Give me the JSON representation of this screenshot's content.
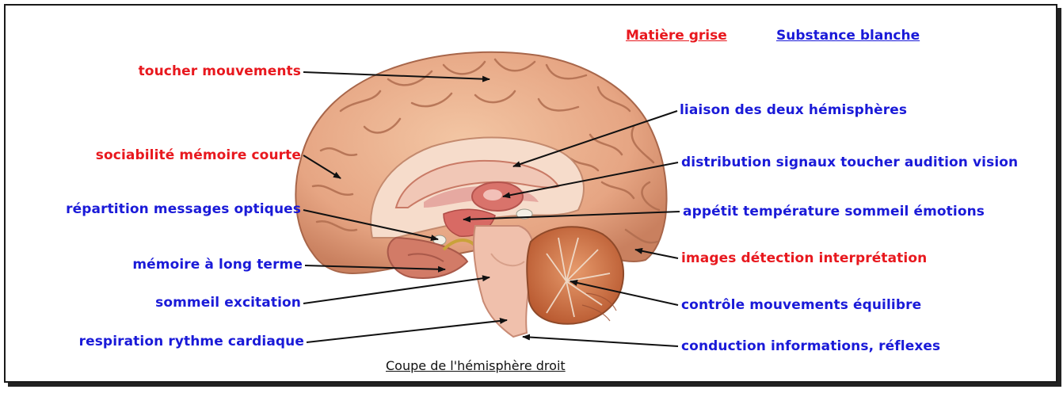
{
  "legend": {
    "grey_matter": "Matière grise",
    "white_matter": "Substance blanche",
    "grey_color": "#e8181e",
    "white_color": "#1a1ad8"
  },
  "caption": "Coupe de l'hémisphère droit",
  "labels_left": [
    {
      "text": "toucher  mouvements",
      "kind": "grey"
    },
    {
      "text": "sociabilité mémoire courte",
      "kind": "grey"
    },
    {
      "text": "répartition messages optiques",
      "kind": "white"
    },
    {
      "text": "mémoire à long terme",
      "kind": "white"
    },
    {
      "text": "sommeil  excitation",
      "kind": "white"
    },
    {
      "text": "respiration  rythme cardiaque",
      "kind": "white"
    }
  ],
  "labels_right": [
    {
      "text": "liaison des deux hémisphères",
      "kind": "white"
    },
    {
      "text": "distribution signaux toucher audition vision",
      "kind": "white"
    },
    {
      "text": "appétit température sommeil émotions",
      "kind": "white"
    },
    {
      "text": "images détection interprétation",
      "kind": "grey"
    },
    {
      "text": "contrôle mouvements équilibre",
      "kind": "white"
    },
    {
      "text": "conduction informations, réflexes",
      "kind": "white"
    }
  ]
}
